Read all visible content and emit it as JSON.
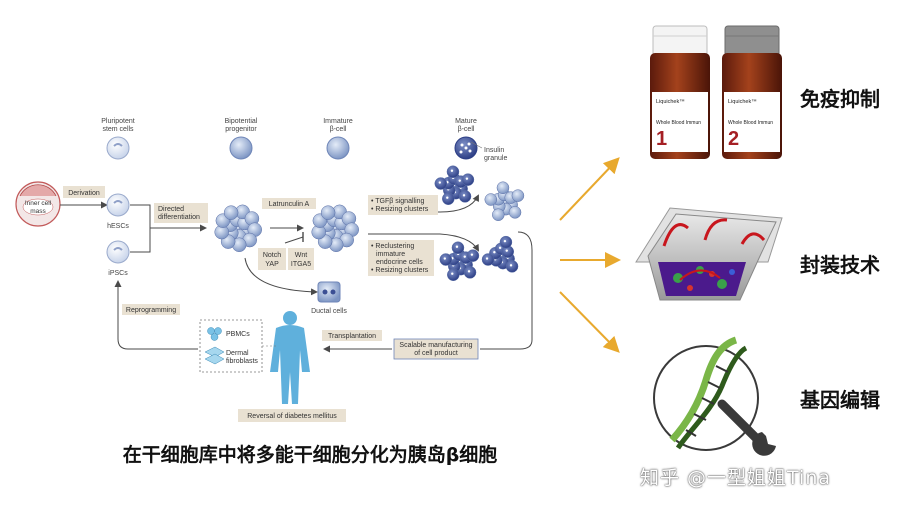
{
  "caption": "在干细胞库中将多能干细胞分化为胰岛β细胞",
  "watermark": "知乎 @一型姐姐Tina",
  "stages": {
    "pluripotent": [
      "Pluripotent",
      "stem cells"
    ],
    "bipotential": [
      "Bipotential",
      "progenitor"
    ],
    "immature": [
      "Immature",
      "β-cell"
    ],
    "mature": [
      "Mature",
      "β-cell"
    ],
    "insulin_granule": [
      "Insulin",
      "granule"
    ]
  },
  "cells": {
    "inner_cell_mass": [
      "Inner cell",
      "mass"
    ],
    "hescs": "hESCs",
    "ipscs": "iPSCs",
    "ductal": "Ductal cells",
    "pbmcs": "PBMCs",
    "dermal": [
      "Dermal",
      "fibroblasts"
    ]
  },
  "steps": {
    "derivation": "Derivation",
    "directed_diff": [
      "Directed",
      "differentiation"
    ],
    "latrunculin": "Latrunculin A",
    "notch": [
      "Notch",
      "YAP"
    ],
    "wnt": [
      "Wnt",
      "ITGA5"
    ],
    "tgfb": [
      "• TGFβ signalling",
      "• Resizing clusters"
    ],
    "recluster": [
      "• Reclustering",
      "immature",
      "endocrine cells",
      "• Resizing clusters"
    ],
    "reprogramming": "Reprogramming",
    "transplantation": "Transplantation",
    "scalable": [
      "Scalable manufacturing",
      "of cell product"
    ],
    "reversal": "Reversal of diabetes mellitus"
  },
  "vials": [
    {
      "brand": "Liquichek™",
      "number": "1",
      "line": "Whole Blood Immun"
    },
    {
      "brand": "Liquichek™",
      "number": "2",
      "line": "Whole Blood Immun"
    }
  ],
  "technologies": [
    "免疫抑制",
    "封装技术",
    "基因编辑"
  ],
  "colors": {
    "arrow": "#e8a92e",
    "cell_blue": "#8aa2cc",
    "label_bg": "#e9e1d2",
    "dna_green": "#7ab648"
  }
}
